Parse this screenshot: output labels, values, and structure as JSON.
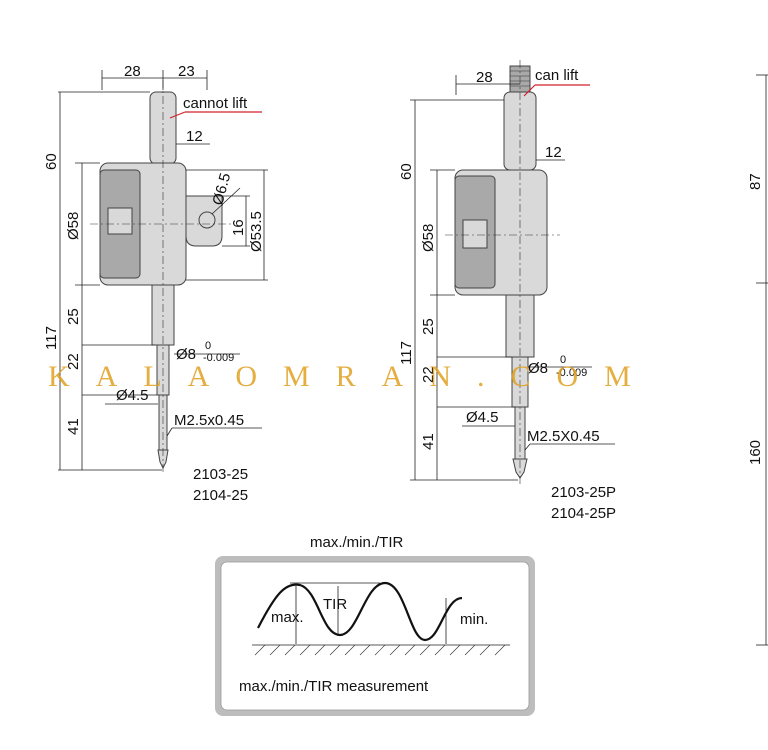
{
  "left_gauge": {
    "dim_top_left": "28",
    "dim_top_right": "23",
    "note": "cannot lift",
    "dim_12": "12",
    "dim_60": "60",
    "dim_58": "Ø58",
    "dim_65": "Ø6.5",
    "dim_16": "16",
    "dim_535": "Ø53.5",
    "dim_25": "25",
    "dim_117": "117",
    "dim_22": "22",
    "dim_8": "Ø8",
    "tol_upper": "0",
    "tol_lower": "-0.009",
    "dim_45": "Ø4.5",
    "dim_41": "41",
    "thread": "M2.5x0.45",
    "model_1": "2103-25",
    "model_2": "2104-25"
  },
  "right_gauge": {
    "dim_top": "28",
    "note": "can lift",
    "dim_12": "12",
    "dim_60": "60",
    "dim_58": "Ø58",
    "dim_25": "25",
    "dim_117": "117",
    "dim_22": "22",
    "dim_8": "Ø8",
    "tol_upper": "0",
    "tol_lower": "-0.009",
    "dim_45": "Ø4.5",
    "dim_41": "41",
    "thread": "M2.5X0.45",
    "model_1": "2103-25P",
    "model_2": "2104-25P"
  },
  "far_right": {
    "dim_87": "87",
    "dim_160": "160"
  },
  "measurement": {
    "heading": "max./min./TIR",
    "label_max": "max.",
    "label_tir": "TIR",
    "label_min": "min.",
    "caption": "max./min./TIR measurement"
  },
  "watermark": "KALAOMRAN.COM",
  "colors": {
    "accent_line": "#d0202a",
    "watermark": "#e0a020"
  }
}
